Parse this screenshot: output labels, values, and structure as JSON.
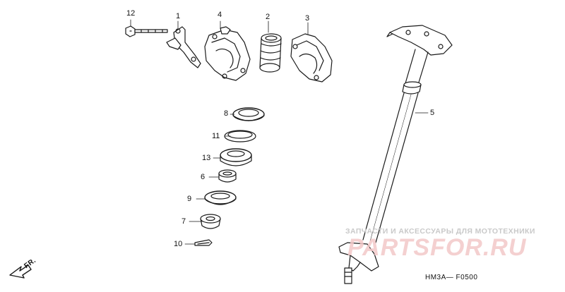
{
  "callouts": {
    "p12": "12",
    "p1": "1",
    "p4": "4",
    "p2": "2",
    "p3": "3",
    "p8": "8",
    "p11": "11",
    "p13": "13",
    "p6": "6",
    "p9": "9",
    "p7": "7",
    "p10": "10",
    "p5": "5"
  },
  "direction_label": "FR.",
  "diagram_code": "HM3A— F0500",
  "watermark": {
    "caption": "ЗАПЧАСТИ И АКСЕССУАРЫ ДЛЯ МОТОТЕХНИКИ",
    "brand": "PARTSFOR.RU"
  },
  "colors": {
    "line": "#1a1a1a",
    "watermark_brand": "#f3c8c8",
    "watermark_caption": "#c9c9c9"
  }
}
